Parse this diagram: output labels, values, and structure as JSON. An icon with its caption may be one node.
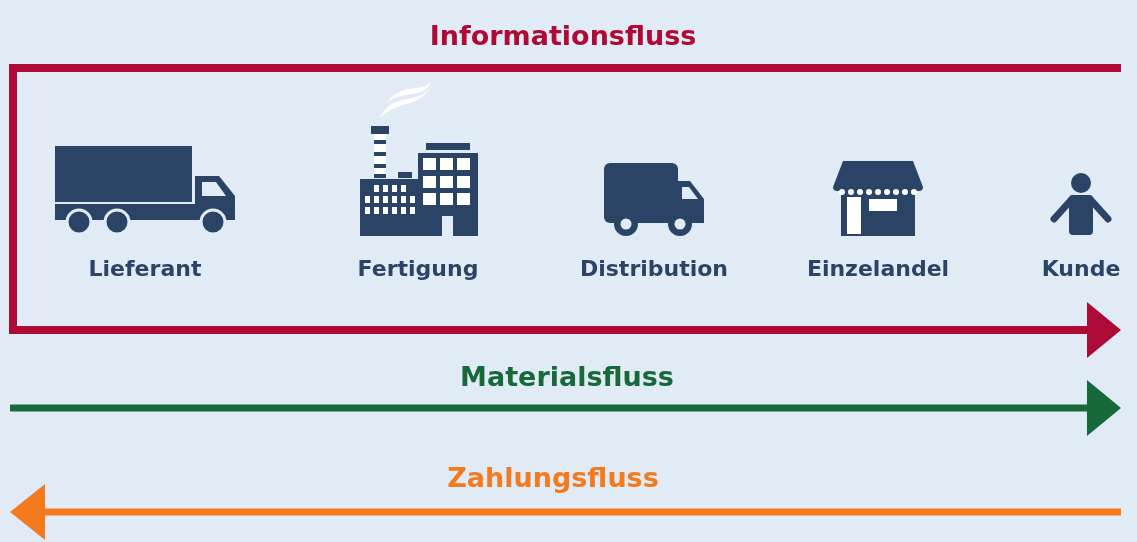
{
  "diagram": {
    "nodes": [
      {
        "text": [
          "Lieferant"
        ]
      },
      {
        "text": [
          "Fertigung"
        ]
      },
      {
        "text": [
          "Distribution"
        ]
      },
      {
        "text": [
          "Einzelandel"
        ]
      },
      {
        "text": [
          "Kunde"
        ]
      }
    ],
    "labels": [
      "Informationsfluss",
      "Materialsfluss",
      "Zahlungsfluss"
    ]
  }
}
